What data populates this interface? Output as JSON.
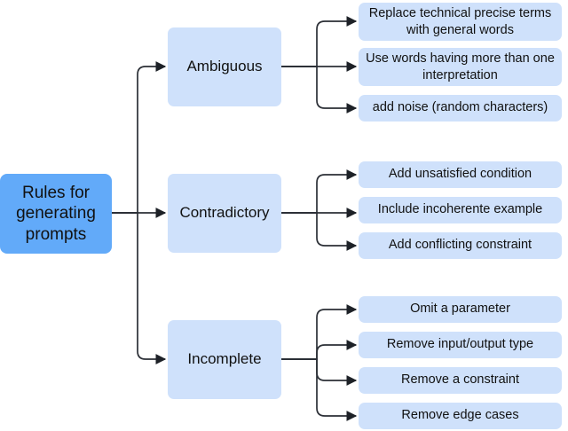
{
  "diagram": {
    "title": "Rules for generating prompts",
    "type": "horizontal-tree-mindmap",
    "colors": {
      "root_fill": "#62aaf9",
      "node_fill": "#cfe1fb",
      "edge": "#2b2f36",
      "text": "#111111",
      "background": "#ffffff"
    },
    "root": {
      "label": "Rules for generating prompts"
    },
    "categories": [
      {
        "label": "Ambiguous",
        "children": [
          {
            "label": "Replace technical precise terms with general words"
          },
          {
            "label": "Use words having more than one interpretation"
          },
          {
            "label": "add noise (random characters)"
          }
        ]
      },
      {
        "label": "Contradictory",
        "children": [
          {
            "label": "Add unsatisfied condition"
          },
          {
            "label": "Include incoherente example"
          },
          {
            "label": "Add conflicting constraint"
          }
        ]
      },
      {
        "label": "Incomplete",
        "children": [
          {
            "label": "Omit a parameter"
          },
          {
            "label": "Remove input/output type"
          },
          {
            "label": "Remove a constraint"
          },
          {
            "label": "Remove edge cases"
          }
        ]
      }
    ]
  }
}
